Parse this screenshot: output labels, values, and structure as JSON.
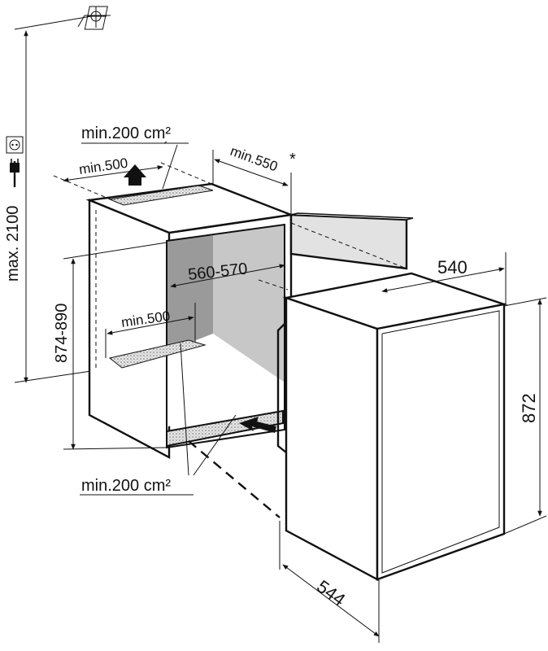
{
  "labels": {
    "max_height": "max. 2100",
    "niche_height": "874-890",
    "niche_width": "560-570",
    "vent_top_area": "min.200 cm²",
    "vent_bottom_area": "min.200 cm²",
    "vent_top_depth": "min.500",
    "vent_inner_depth": "min.500",
    "door_clearance": "min.550",
    "door_clearance_note": "*",
    "appliance_width": "540",
    "appliance_height": "872",
    "appliance_depth": "544"
  },
  "icons": {
    "socket": "power-socket-icon",
    "plug": "power-plug-icon",
    "ceiling_outlet": "ceiling-outlet-icon"
  },
  "colors": {
    "line": "#111111",
    "inner_back": "#9a9a9a",
    "inner_side": "#c7c7c7",
    "door_panel": "#e2e2e2",
    "vent_fill": "#d8d8d8"
  }
}
